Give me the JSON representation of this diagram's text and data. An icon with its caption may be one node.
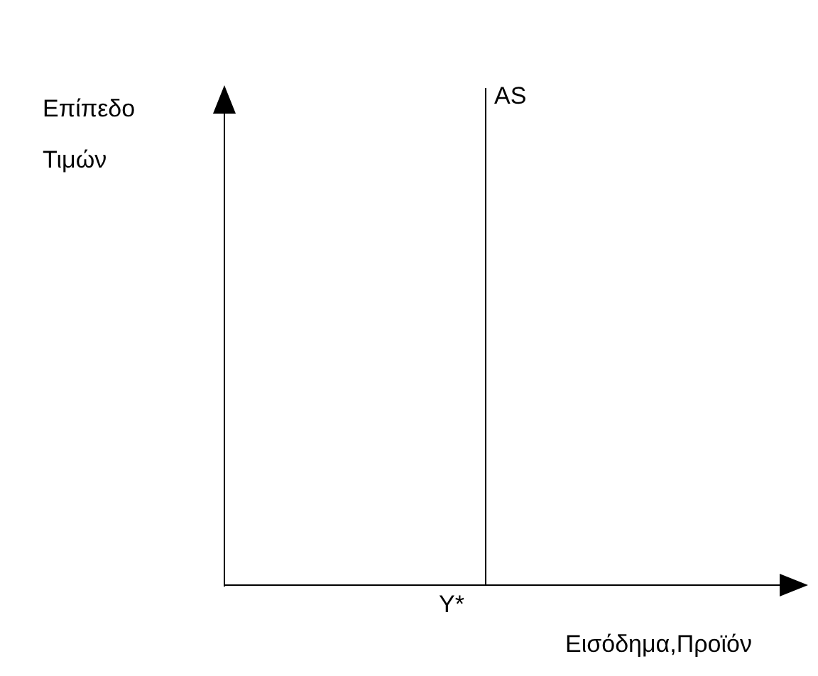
{
  "diagram": {
    "labels": [
      "Επίπεδο Τιμών",
      "AS",
      "Y*",
      "Εισόδημα,Προϊόν"
    ]
  }
}
